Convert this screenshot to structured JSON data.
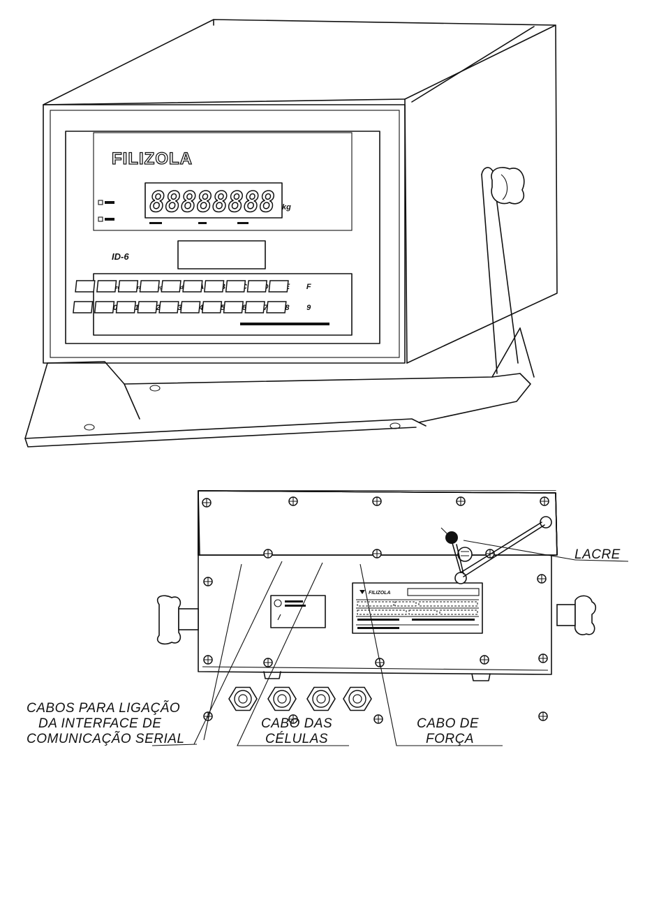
{
  "front_view": {
    "brand": "FILIZOLA",
    "display_digits": "88888888",
    "display_unit": "kg",
    "model": "ID-6",
    "function_keys": [
      "Zero",
      "Tara",
      "Reg",
      "Modo",
      "A",
      "B",
      "C",
      "D",
      "E",
      "F"
    ],
    "number_keys": [
      "0",
      "1",
      "2",
      "3",
      "4",
      "5",
      "6",
      "7",
      "8",
      "9"
    ]
  },
  "rear_view": {
    "plate_brand": "FILIZOLA"
  },
  "labels": {
    "lacre": "LACRE",
    "serial_cables": [
      "CABOS PARA LIGAÇÃO",
      "DA INTERFACE DE",
      "COMUNICAÇÃO SERIAL"
    ],
    "cell_cable": [
      "CABO DAS",
      "CÉLULAS"
    ],
    "power_cable": [
      "CABO DE",
      "FORÇA"
    ]
  }
}
